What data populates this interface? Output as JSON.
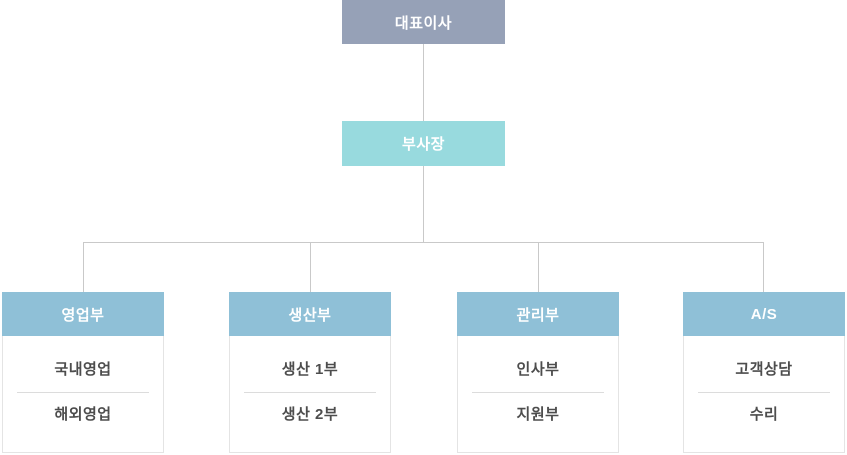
{
  "org": {
    "ceo": "대표이사",
    "vp": "부사장",
    "departments": [
      {
        "name": "영업부",
        "items": [
          "국내영업",
          "해외영업"
        ]
      },
      {
        "name": "생산부",
        "items": [
          "생산 1부",
          "생산 2부"
        ]
      },
      {
        "name": "관리부",
        "items": [
          "인사부",
          "지원부"
        ]
      },
      {
        "name": "A/S",
        "items": [
          "고객상담",
          "수리"
        ]
      }
    ],
    "colors": {
      "ceo_bg": "#96a1b7",
      "vp_bg": "#98dade",
      "dept_header_bg": "#8fc0d7",
      "connector": "#c9c9c9",
      "body_border": "#e4e4e4",
      "divider": "#dcdcdc",
      "item_text": "#4d4d4d"
    }
  }
}
